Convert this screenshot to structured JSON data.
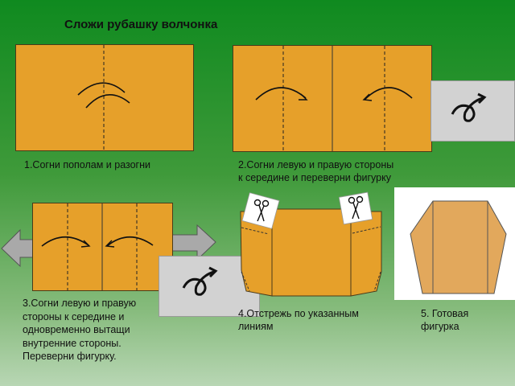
{
  "title": "Сложи рубашку волчонка",
  "steps": [
    {
      "label": "1.Согни  пополам и разогни"
    },
    {
      "label": "2.Согни  левую и правую стороны",
      "label2": "к середине  и переверни фигурку"
    },
    {
      "label": "3.Согни  левую и правую",
      "label2": "стороны к середине и",
      "label3": "одновременно вытащи",
      "label4": "внутренние стороны.",
      "label5": "Переверни фигурку."
    },
    {
      "label": "4.Отстрежь по указанным",
      "label2": "линиям"
    },
    {
      "label": "5. Готовая",
      "label2": "фигурка"
    }
  ],
  "colors": {
    "paper": "#e6a02a",
    "finished_shirt": "#e2a85c",
    "background_top": "#0f8a1f",
    "background_bottom": "#b8d6b4",
    "flip_box": "#d2d2d2",
    "side_arrow": "#a9a9a9"
  },
  "icons": [
    "flip-over-icon",
    "scissors-icon",
    "fold-arrow-icon",
    "side-arrow-icon"
  ]
}
